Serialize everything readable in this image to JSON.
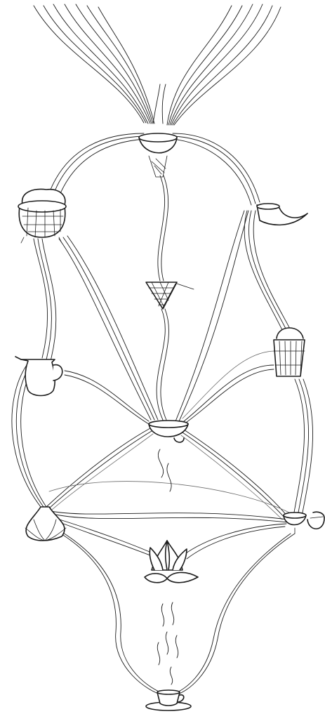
{
  "figure": {
    "vessels": [
      {
        "id": "crown-bowl",
        "icon": "bowl-icon"
      },
      {
        "id": "cauldron",
        "icon": "cauldron-icon"
      },
      {
        "id": "horn",
        "icon": "horn-icon"
      },
      {
        "id": "sieve",
        "icon": "sieve-icon"
      },
      {
        "id": "wooden-bucket",
        "icon": "bucket-icon"
      },
      {
        "id": "pitcher",
        "icon": "pitcher-icon"
      },
      {
        "id": "heart-bowl",
        "icon": "bowl-icon"
      },
      {
        "id": "lotus-pot",
        "icon": "lotus-pot-icon"
      },
      {
        "id": "twin-bowls",
        "icon": "bowls-icon"
      },
      {
        "id": "lotus-flower",
        "icon": "lotus-icon"
      },
      {
        "id": "teacup",
        "icon": "teacup-icon"
      }
    ],
    "ink_color": "#1c1c1c",
    "background": "#ffffff"
  }
}
